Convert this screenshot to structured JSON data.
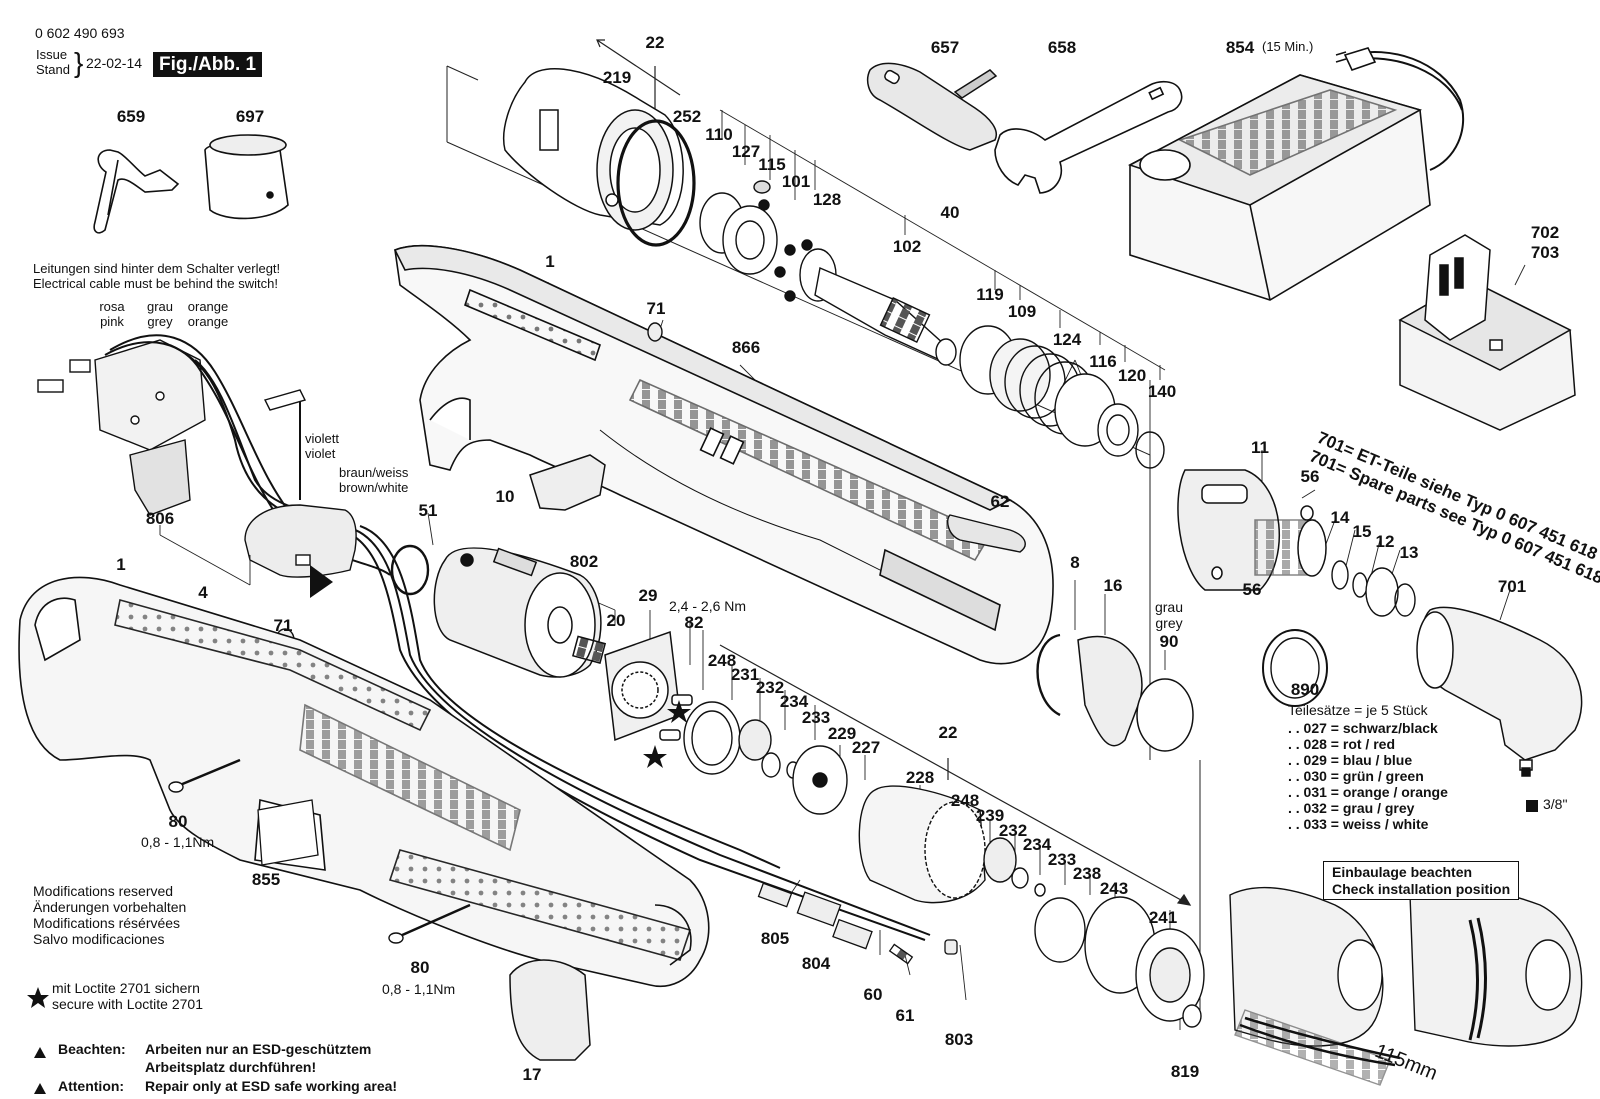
{
  "header": {
    "number": "0 602 490 693",
    "issue_label": "Issue",
    "stand_label": "Stand",
    "date": "22-02-14",
    "figure": "Fig./Abb. 1"
  },
  "cable_note": {
    "de": "Leitungen sind hinter dem Schalter verlegt!",
    "en": "Electrical cable must be behind the switch!"
  },
  "wire_labels": {
    "rosa": "rosa",
    "pink": "pink",
    "grau": "grau",
    "grey": "grey",
    "orange_de": "orange",
    "orange_en": "orange",
    "violett": "violett",
    "violet": "violet",
    "braun_weiss": "braun/weiss",
    "brown_white": "brown/white",
    "grau90": "grau",
    "grey90": "grey"
  },
  "torques": {
    "t82": "2,4 - 2,6 Nm",
    "t80a": "0,8 - 1,1Nm",
    "t80b": "0,8 - 1,1Nm",
    "charger_note": "(15 Min.)"
  },
  "parts": {
    "p1a": "1",
    "p1b": "1",
    "p4": "4",
    "p8": "8",
    "p10": "10",
    "p11": "11",
    "p12": "12",
    "p13": "13",
    "p14": "14",
    "p15": "15",
    "p16": "16",
    "p17": "17",
    "p20": "20",
    "p22a": "22",
    "p22b": "22",
    "p29": "29",
    "p40": "40",
    "p51": "51",
    "p56a": "56",
    "p56b": "56",
    "p60": "60",
    "p61": "61",
    "p62": "62",
    "p71a": "71",
    "p71b": "71",
    "p80a": "80",
    "p80b": "80",
    "p82": "82",
    "p90": "90",
    "p101": "101",
    "p102": "102",
    "p109": "109",
    "p110": "110",
    "p115": "115",
    "p116": "116",
    "p119": "119",
    "p120": "120",
    "p124": "124",
    "p127": "127",
    "p128": "128",
    "p140": "140",
    "p219": "219",
    "p227": "227",
    "p228": "228",
    "p229": "229",
    "p231": "231",
    "p232a": "232",
    "p232b": "232",
    "p233a": "233",
    "p233b": "233",
    "p234a": "234",
    "p234b": "234",
    "p238": "238",
    "p239": "239",
    "p241": "241",
    "p243": "243",
    "p248a": "248",
    "p248b": "248",
    "p252": "252",
    "p657": "657",
    "p658": "658",
    "p659": "659",
    "p697": "697",
    "p701": "701",
    "p702": "702",
    "p703": "703",
    "p802": "802",
    "p803": "803",
    "p804": "804",
    "p805": "805",
    "p806": "806",
    "p819": "819",
    "p854": "854",
    "p855": "855",
    "p866": "866",
    "p890": "890"
  },
  "spare_note": {
    "line1": "701= ET-Teile siehe  Typ  0 607 451 618",
    "line2": "701= Spare parts see Typ  0 607 451 618"
  },
  "color_sets": {
    "title": "Teilesätze = je 5 Stück",
    "rows": [
      ". . 027 = schwarz/black",
      ". . 028 = rot / red",
      ". . 029 = blau / blue",
      ". . 030 = grün / green",
      ". . 031 = orange / orange",
      ". . 032 = grau / grey",
      ". . 033 = weiss / white"
    ]
  },
  "drive_size": "3/8\"",
  "install_note": {
    "de": "Einbaulage beachten",
    "en": "Check installation position"
  },
  "dimension": "115mm",
  "modifications": [
    "Modifications reserved",
    "Änderungen vorbehalten",
    "Modifications résérvées",
    "Salvo modificaciones"
  ],
  "loctite": {
    "de": "mit Loctite 2701 sichern",
    "en": "secure with Loctite 2701"
  },
  "esd": {
    "beachten_label": "Beachten:",
    "beachten_text1": "Arbeiten nur an ESD-geschütztem",
    "beachten_text2": "Arbeitsplatz durchführen!",
    "attention_label": "Attention:",
    "attention_text": "Repair only at ESD safe working area!"
  }
}
